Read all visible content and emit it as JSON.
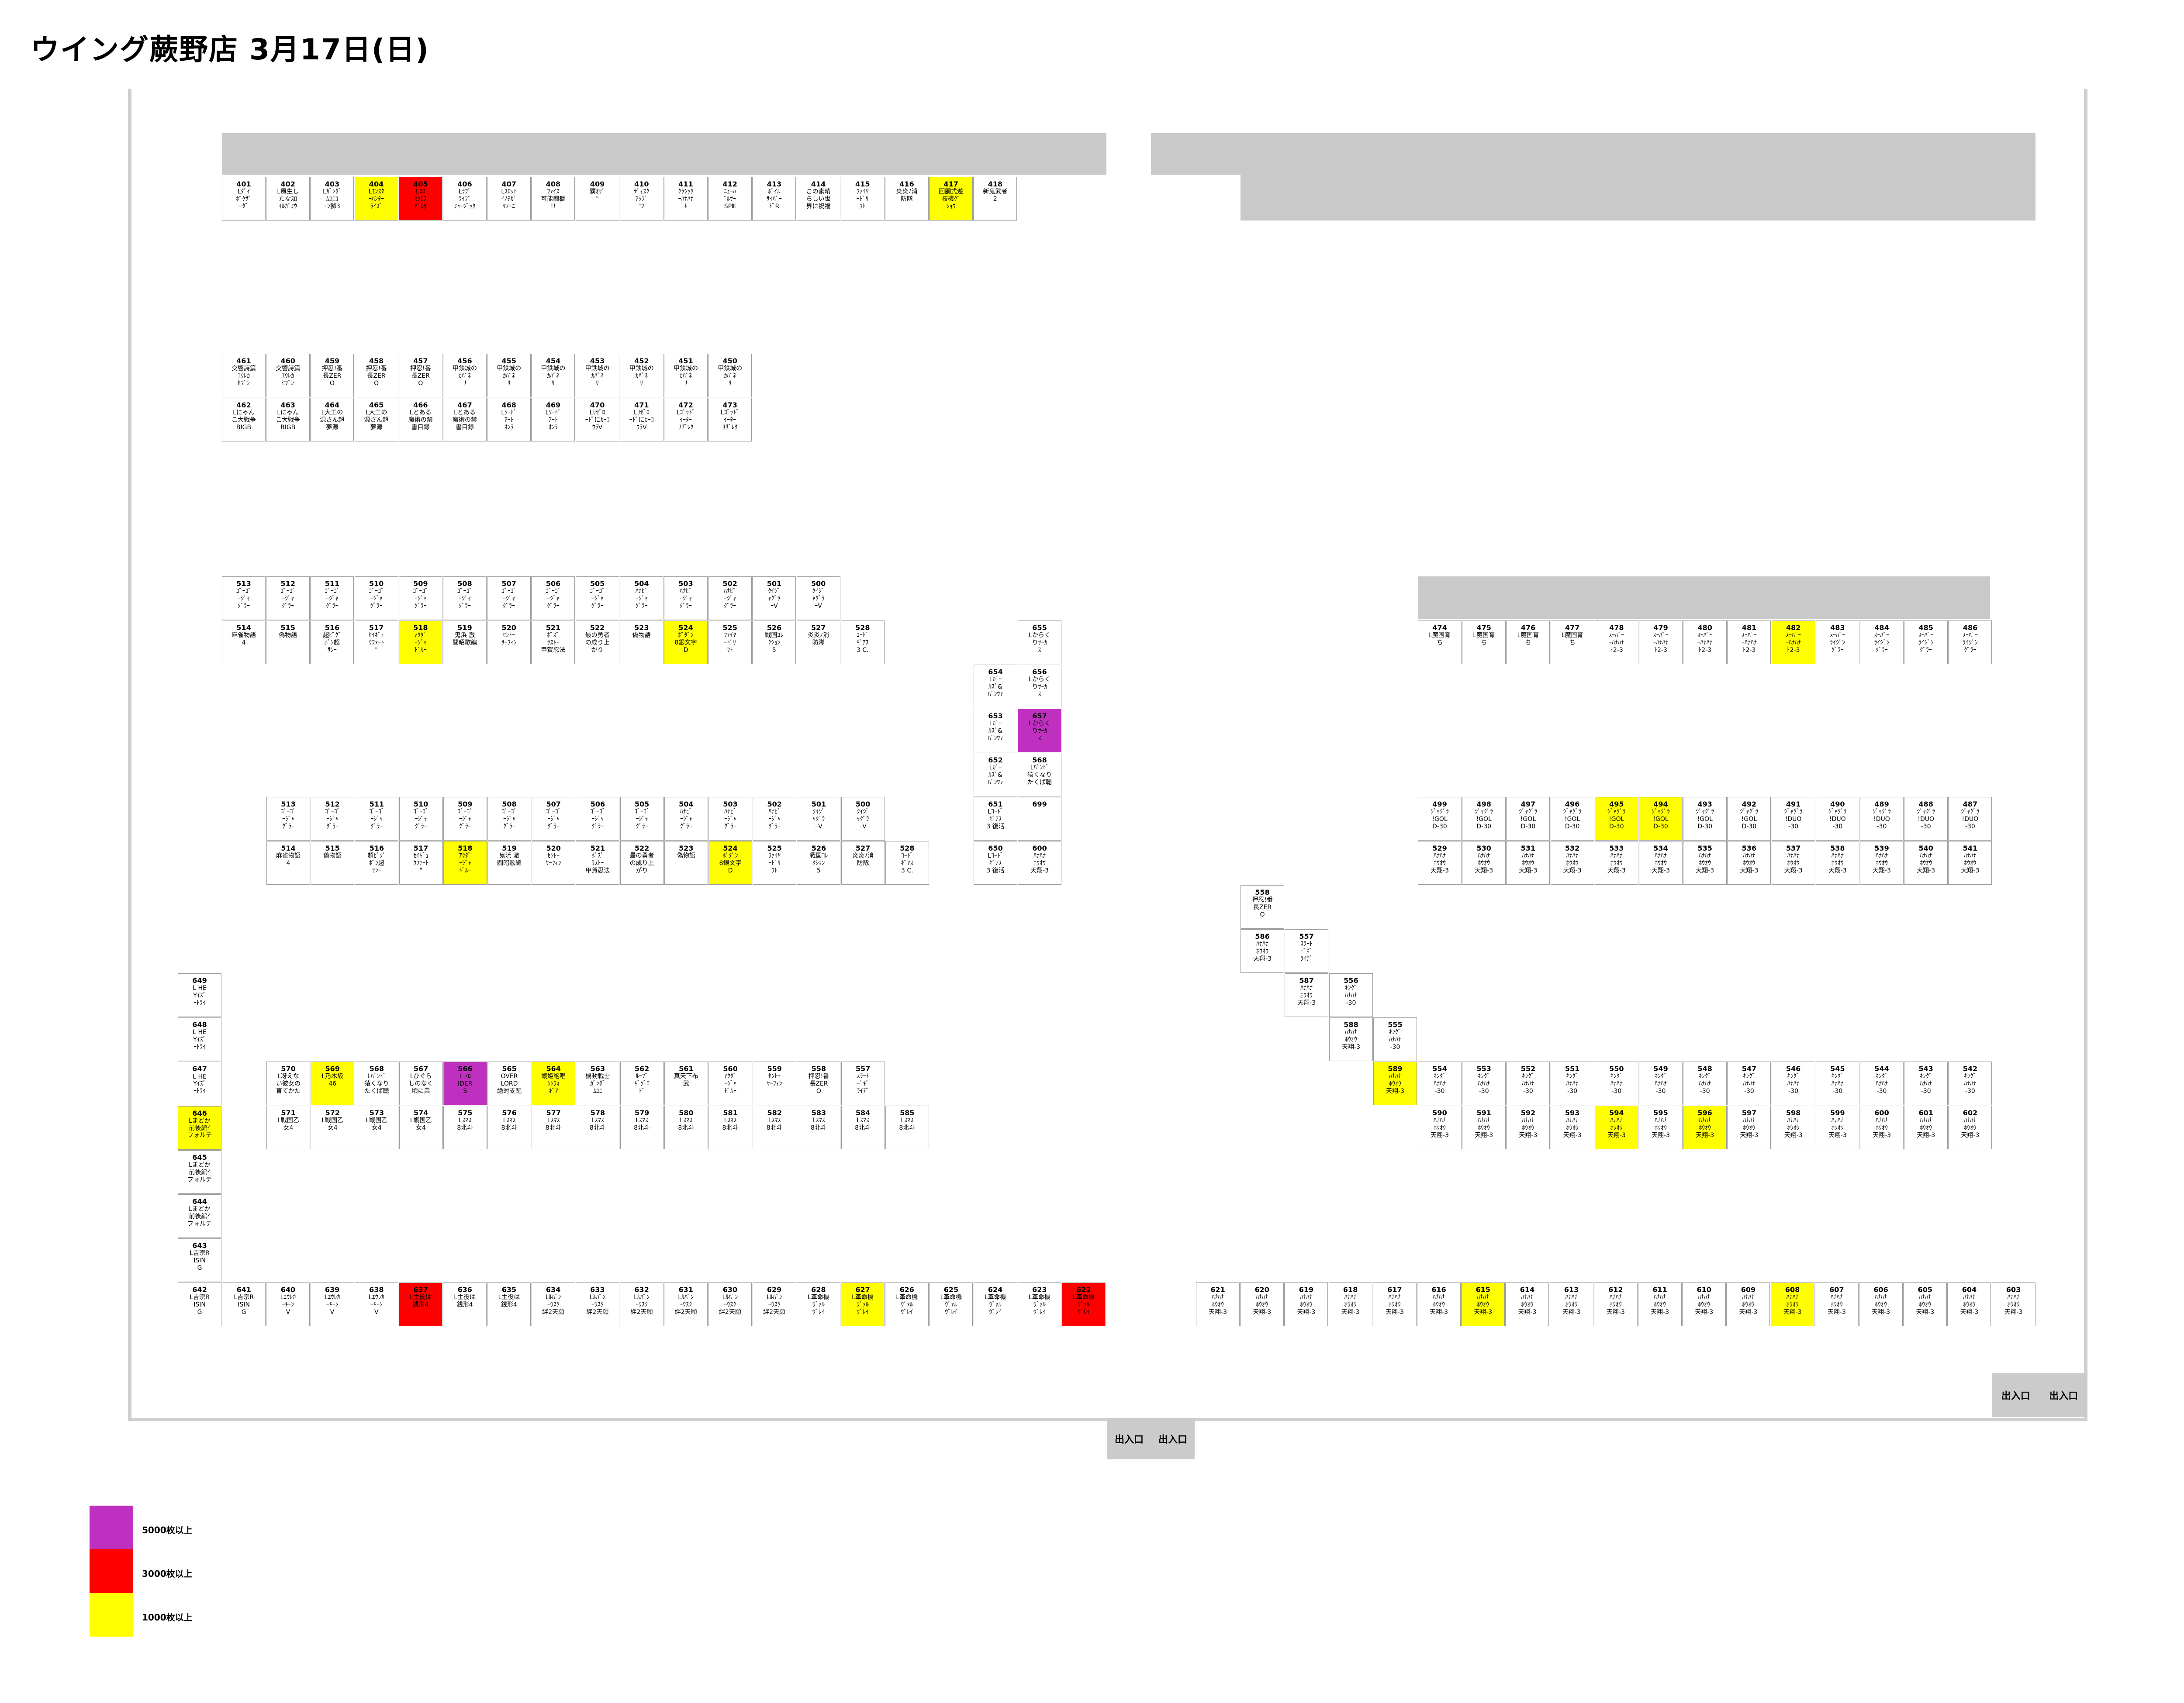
{
  "header": {
    "title": "ウイング蕨野店 3月17日(日)"
  },
  "entrances": [
    "出入口",
    "出入口"
  ],
  "legend": [
    {
      "label": "5000枚以上",
      "color": "#c030c0"
    },
    {
      "label": "3000枚以上",
      "color": "#ff0000"
    },
    {
      "label": "1000枚以上",
      "color": "#ffff00"
    }
  ],
  "colors": {
    "y": "#ffff00",
    "r": "#ff0000",
    "p": "#c030c0",
    "wall": "#cfcfcf",
    "block": "#c9c9c9"
  },
  "machines": [
    [
      "401",
      "Lﾀﾞｲ\nﾎﾞｸｻﾞ\nｰﾀﾞ",
      ""
    ],
    [
      "402",
      "L風生し\nたなｽﾛ\nｲﾙｶﾞﾐｳ",
      ""
    ],
    [
      "403",
      "Lｶﾞﾝﾀﾞ\nﾑﾕﾆｺ\nｰﾝ獅3",
      ""
    ],
    [
      "404",
      "Lﾓﾝｽﾀ\nｰﾊﾝﾀｰ\nﾗｲｽﾞ",
      "y"
    ],
    [
      "405",
      "Lｽﾛ\nﾏｸﾛｽ\nﾃﾞﾙﾀ",
      "r"
    ],
    [
      "406",
      "Lﾗﾌﾞ\nﾗｲﾌﾞ\nﾐｭｰｼﾞｯｸ",
      ""
    ],
    [
      "407",
      "Lｽﾛｯﾄ\nｲﾉﾁｶﾞ\nｹﾉｰﾆ",
      ""
    ],
    [
      "408",
      "ﾌｧｲｽ\n可能闘獅\n!!",
      ""
    ],
    [
      "409",
      "覇ｵｻﾞ\n\"",
      ""
    ],
    [
      "410",
      "ﾃﾞｨｽｸ\nｱｯﾌﾟ\n\"2",
      ""
    ],
    [
      "411",
      "ｸﾗｼｯｸ\nｰﾊﾅﾊﾅ\nﾄ",
      ""
    ],
    [
      "412",
      "ﾆｭｰﾊ\nﾞﾙｻｰ\nSPⅢ",
      ""
    ],
    [
      "413",
      "ﾎﾞｲﾙ\nｻｲﾊﾞｰ\nﾄﾞR",
      ""
    ],
    [
      "414",
      "この素晴\nらしい世\n界に祝福",
      ""
    ],
    [
      "415",
      "ﾌｧｲﾔ\nｰﾄﾞﾘ\nﾌﾄ",
      ""
    ],
    [
      "416",
      "炎炎ﾉ消\n防隊",
      ""
    ],
    [
      "417",
      "回胴式遊\n技機ｸﾞ\nｼｮｳ",
      "y"
    ],
    [
      "418",
      "新鬼武者\n2",
      ""
    ],
    [
      "461",
      "交響詩篇\nｴｳﾚｶ\nｾﾌﾞﾝ",
      ""
    ],
    [
      "460",
      "交響詩篇\nｴｳﾚｶ\nｾﾌﾞﾝ",
      ""
    ],
    [
      "459",
      "押忍!番\n長ZER\nO",
      ""
    ],
    [
      "458",
      "押忍!番\n長ZER\nO",
      ""
    ],
    [
      "457",
      "押忍!番\n長ZER\nO",
      ""
    ],
    [
      "456",
      "甲鉄城の\nｶﾊﾞﾈ\nﾘ",
      ""
    ],
    [
      "455",
      "甲鉄城の\nｶﾊﾞﾈ\nﾘ",
      ""
    ],
    [
      "454",
      "甲鉄城の\nｶﾊﾞﾈ\nﾘ",
      ""
    ],
    [
      "453",
      "甲鉄城の\nｶﾊﾞﾈ\nﾘ",
      ""
    ],
    [
      "452",
      "甲鉄城の\nｶﾊﾞﾈ\nﾘ",
      ""
    ],
    [
      "451",
      "甲鉄城の\nｶﾊﾞﾈ\nﾘ",
      ""
    ],
    [
      "450",
      "甲鉄城の\nｶﾊﾞﾈ\nﾘ",
      ""
    ],
    [
      "462",
      "Lにゃん\nこ大戦争\nBIGB",
      ""
    ],
    [
      "463",
      "Lにゃん\nこ大戦争\nBIGB",
      ""
    ],
    [
      "464",
      "L大工の\n源さん超\n夢源",
      ""
    ],
    [
      "465",
      "L大工の\n源さん超\n夢源",
      ""
    ],
    [
      "466",
      "Lとある\n魔術の禁\n書目録",
      ""
    ],
    [
      "467",
      "Lとある\n魔術の禁\n書目録",
      ""
    ],
    [
      "468",
      "Lｿｰﾄﾞ\nｱｰﾄ\nｵﾝﾗ",
      ""
    ],
    [
      "469",
      "Lｿｰﾄﾞ\nｱｰﾄ\nｵﾝﾗ",
      ""
    ],
    [
      "470",
      "Lﾘｾﾞﾛ\nｰﾄﾞにｶｰｺ\nｳﾗⅤ",
      ""
    ],
    [
      "471",
      "Lﾘｾﾞﾛ\nｰﾄﾞにｶｰｺ\nｳﾗⅤ",
      ""
    ],
    [
      "472",
      "Lｺﾞｯﾄﾞ\nｲｰﾀｰ\nﾘｻﾞﾚｸ",
      ""
    ],
    [
      "473",
      "Lｺﾞｯﾄﾞ\nｲｰﾀｰ\nﾘｻﾞﾚｸ",
      ""
    ],
    [
      "513",
      "ｺﾞｰｺﾞ\nｰｼﾞｬ\nｸﾞﾗｰ",
      ""
    ],
    [
      "512",
      "ｺﾞｰｺﾞ\nｰｼﾞｬ\nｸﾞﾗｰ",
      ""
    ],
    [
      "511",
      "ｺﾞｰｺﾞ\nｰｼﾞｬ\nｸﾞﾗｰ",
      ""
    ],
    [
      "510",
      "ｺﾞｰｺﾞ\nｰｼﾞｬ\nｸﾞﾗｰ",
      ""
    ],
    [
      "509",
      "ｺﾞｰｺﾞ\nｰｼﾞｬ\nｸﾞﾗｰ",
      ""
    ],
    [
      "508",
      "ｺﾞｰｺﾞ\nｰｼﾞｬ\nｸﾞﾗｰ",
      ""
    ],
    [
      "507",
      "ｺﾞｰｺﾞ\nｰｼﾞｬ\nｸﾞﾗｰ",
      ""
    ],
    [
      "506",
      "ｺﾞｰｺﾞ\nｰｼﾞｬ\nｸﾞﾗｰ",
      ""
    ],
    [
      "505",
      "ｺﾞｰｺﾞ\nｰｼﾞｬ\nｸﾞﾗｰ",
      ""
    ],
    [
      "504",
      "ﾊﾅﾋﾞ\nｰｼﾞｬ\nｸﾞﾗｰ",
      ""
    ],
    [
      "503",
      "ﾊﾅﾋﾞ\nｰｼﾞｬ\nｸﾞﾗｰ",
      ""
    ],
    [
      "502",
      "ﾊﾅﾋﾞ\nｰｼﾞｬ\nｸﾞﾗｰ",
      ""
    ],
    [
      "501",
      "ｸｲｼﾞ\nｬｸﾞﾗ\nｰV",
      ""
    ],
    [
      "500",
      "ｸｲｼﾞ\nｬｸﾞﾗ\nｰV",
      ""
    ],
    [
      "514",
      "麻雀物語\n4",
      ""
    ],
    [
      "515",
      "偽物語",
      ""
    ],
    [
      "516",
      "超ﾋﾞｸﾞ\nﾎﾞﾝ超\nｻﾝｰ",
      ""
    ],
    [
      "517",
      "ｾｲｷﾞｭ\nｳﾌｧｰﾄ\n\"",
      ""
    ],
    [
      "518",
      "ｱｸﾀﾞ\nｰｼﾞｬ\nﾄﾞﾙｰ",
      "y"
    ],
    [
      "519",
      "鬼浜 激\n闘昭歌編",
      ""
    ],
    [
      "520",
      "ｾﾝﾄｰ\nｻｰﾌｨﾝ",
      ""
    ],
    [
      "521",
      "ﾎﾞｽﾞ\nﾗｽﾄｰ\n甲賀忍法",
      ""
    ],
    [
      "522",
      "最の勇者\nの成り上\nがり",
      ""
    ],
    [
      "523",
      "偽物語",
      ""
    ],
    [
      "524",
      "ﾎﾞﾀﾞﾝ\n8銀文字\nD",
      "y"
    ],
    [
      "525",
      "ﾌｧｲﾔ\nｰﾄﾞﾘ\nﾌﾄ",
      ""
    ],
    [
      "526",
      "戦国ｺﾚ\nｸｼｮﾝ\n5",
      ""
    ],
    [
      "527",
      "炎炎ﾉ消\n防隊",
      ""
    ],
    [
      "528",
      "ｺｰﾄﾞ\nｷﾞｱｽ\n3 C.",
      ""
    ],
    [
      "513",
      "ｺﾞｰｺﾞ\nｰｼﾞｬ\nｸﾞﾗｰ",
      ""
    ],
    [
      "512",
      "ｺﾞｰｺﾞ\nｰｼﾞｬ\nｸﾞﾗｰ",
      ""
    ],
    [
      "511",
      "ｺﾞｰｺﾞ\nｰｼﾞｬ\nｸﾞﾗｰ",
      ""
    ],
    [
      "510",
      "ｺﾞｰｺﾞ\nｰｼﾞｬ\nｸﾞﾗｰ",
      ""
    ],
    [
      "509",
      "ｺﾞｰｺﾞ\nｰｼﾞｬ\nｸﾞﾗｰ",
      ""
    ],
    [
      "508",
      "ｺﾞｰｺﾞ\nｰｼﾞｬ\nｸﾞﾗｰ",
      ""
    ],
    [
      "507",
      "ｺﾞｰｺﾞ\nｰｼﾞｬ\nｸﾞﾗｰ",
      ""
    ],
    [
      "506",
      "ｺﾞｰｺﾞ\nｰｼﾞｬ\nｸﾞﾗｰ",
      ""
    ],
    [
      "505",
      "ｺﾞｰｺﾞ\nｰｼﾞｬ\nｸﾞﾗｰ",
      ""
    ],
    [
      "504",
      "ﾊﾅﾋﾞ\nｰｼﾞｬ\nｸﾞﾗｰ",
      ""
    ],
    [
      "503",
      "ﾊﾅﾋﾞ\nｰｼﾞｬ\nｸﾞﾗｰ",
      ""
    ],
    [
      "502",
      "ﾊﾅﾋﾞ\nｰｼﾞｬ\nｸﾞﾗｰ",
      ""
    ],
    [
      "501",
      "ｸｲｼﾞ\nｬｸﾞﾗ\nｰV",
      ""
    ],
    [
      "500",
      "ｸｲｼﾞ\nｬｸﾞﾗ\nｰV",
      ""
    ],
    [
      "514",
      "麻雀物語\n4",
      ""
    ],
    [
      "515",
      "偽物語",
      ""
    ],
    [
      "516",
      "超ﾋﾞｸﾞ\nﾎﾞﾝ超\nｻﾝｰ",
      ""
    ],
    [
      "517",
      "ｾｲｷﾞｭ\nｳﾌｧｰﾄ\n\"",
      ""
    ],
    [
      "518",
      "ｱｸﾀﾞ\nｰｼﾞｬ\nﾄﾞﾙｰ",
      "y"
    ],
    [
      "519",
      "鬼浜 激\n闘昭歌編",
      ""
    ],
    [
      "520",
      "ｾﾝﾄｰ\nｻｰﾌｨﾝ",
      ""
    ],
    [
      "521",
      "ﾎﾞｽﾞ\nﾗｽﾄｰ\n甲賀忍法",
      ""
    ],
    [
      "522",
      "最の勇者\nの成り上\nがり",
      ""
    ],
    [
      "523",
      "偽物語",
      ""
    ],
    [
      "524",
      "ﾎﾞﾀﾞﾝ\n8銀文字\nD",
      "y"
    ],
    [
      "525",
      "ﾌｧｲﾔ\nｰﾄﾞﾘ\nﾌﾄ",
      ""
    ],
    [
      "526",
      "戦国ｺﾚ\nｸｼｮﾝ\n5",
      ""
    ],
    [
      "527",
      "炎炎ﾉ消\n防隊",
      ""
    ],
    [
      "528",
      "ｺｰﾄﾞ\nｷﾞｱｽ\n3 C.",
      ""
    ],
    [
      "655",
      "Lからく\nりｻｰｶ\nｽ",
      ""
    ],
    [
      "654",
      "Lｶﾞｰ\nﾙｽﾞ&\nﾊﾟﾝﾂｧ",
      ""
    ],
    [
      "656",
      "Lからく\nりｻｰｶ\nｽ",
      ""
    ],
    [
      "653",
      "Lｶﾞｰ\nﾙｽﾞ&\nﾊﾟﾝﾂｧ",
      ""
    ],
    [
      "657",
      "Lからく\nりｻｰｶ\nｽ",
      "p"
    ],
    [
      "652",
      "Lｶﾞｰ\nﾙｽﾞ&\nﾊﾟﾝﾂｧ",
      ""
    ],
    [
      "568",
      "Lﾊﾞﾝﾄﾞ\n猿くなり\nたくば聴",
      ""
    ],
    [
      "651",
      "Lｺｰﾄﾞ\nｷﾞｱｽ\n3 復活",
      ""
    ],
    [
      "699",
      "",
      ""
    ],
    [
      "650",
      "Lｺｰﾄﾞ\nｷﾞｱｽ\n3 復活",
      ""
    ],
    [
      "600",
      "ﾊﾅﾊﾅ\nﾎｳｵｳ\n天翔-3",
      ""
    ],
    [
      "474",
      "L魔国育\nち",
      ""
    ],
    [
      "475",
      "L魔国育\nち",
      ""
    ],
    [
      "476",
      "L魔国育\nち",
      ""
    ],
    [
      "477",
      "L魔国育\nち",
      ""
    ],
    [
      "478",
      "ｽｰﾊﾟｰ\nｰﾊﾅﾊﾅ\nﾄ2-3",
      ""
    ],
    [
      "479",
      "ｽｰﾊﾟｰ\nｰﾊﾅﾊﾅ\nﾄ2-3",
      ""
    ],
    [
      "480",
      "ｽｰﾊﾟｰ\nｰﾊﾅﾊﾅ\nﾄ2-3",
      ""
    ],
    [
      "481",
      "ｽｰﾊﾟｰ\nｰﾊﾅﾊﾅ\nﾄ2-3",
      ""
    ],
    [
      "482",
      "ｽｰﾊﾟｰ\nｰﾊﾅﾊﾅ\nﾄ2-3",
      "y"
    ],
    [
      "483",
      "ｽｰﾊﾟｰ\nﾗｲｼﾞﾝ\nｸﾞﾗｰ",
      ""
    ],
    [
      "484",
      "ｽｰﾊﾟｰ\nﾗｲｼﾞﾝ\nｸﾞﾗｰ",
      ""
    ],
    [
      "485",
      "ｽｰﾊﾟｰ\nﾗｲｼﾞﾝ\nｸﾞﾗｰ",
      ""
    ],
    [
      "486",
      "ｽｰﾊﾟｰ\nﾗｲｼﾞﾝ\nｸﾞﾗｰ",
      ""
    ],
    [
      "499",
      "ｼﾞｬｸﾞﾗ\n!GOL\nD-30",
      ""
    ],
    [
      "498",
      "ｼﾞｬｸﾞﾗ\n!GOL\nD-30",
      ""
    ],
    [
      "497",
      "ｼﾞｬｸﾞﾗ\n!GOL\nD-30",
      ""
    ],
    [
      "496",
      "ｼﾞｬｸﾞﾗ\n!GOL\nD-30",
      ""
    ],
    [
      "495",
      "ｼﾞｬｸﾞﾗ\n!GOL\nD-30",
      "y"
    ],
    [
      "494",
      "ｼﾞｬｸﾞﾗ\n!GOL\nD-30",
      "y"
    ],
    [
      "493",
      "ｼﾞｬｸﾞﾗ\n!GOL\nD-30",
      ""
    ],
    [
      "492",
      "ｼﾞｬｸﾞﾗ\n!GOL\nD-30",
      ""
    ],
    [
      "491",
      "ｼﾞｬｸﾞﾗ\n!DUO\n-30",
      ""
    ],
    [
      "490",
      "ｼﾞｬｸﾞﾗ\n!DUO\n-30",
      ""
    ],
    [
      "489",
      "ｼﾞｬｸﾞﾗ\n!DUO\n-30",
      ""
    ],
    [
      "488",
      "ｼﾞｬｸﾞﾗ\n!DUO\n-30",
      ""
    ],
    [
      "487",
      "ｼﾞｬｸﾞﾗ\n!DUO\n-30",
      ""
    ],
    [
      "529",
      "ﾊﾅﾊﾅ\nﾎｳｵｳ\n天翔-3",
      ""
    ],
    [
      "530",
      "ﾊﾅﾊﾅ\nﾎｳｵｳ\n天翔-3",
      ""
    ],
    [
      "531",
      "ﾊﾅﾊﾅ\nﾎｳｵｳ\n天翔-3",
      ""
    ],
    [
      "532",
      "ﾊﾅﾊﾅ\nﾎｳｵｳ\n天翔-3",
      ""
    ],
    [
      "533",
      "ﾊﾅﾊﾅ\nﾎｳｵｳ\n天翔-3",
      ""
    ],
    [
      "534",
      "ﾊﾅﾊﾅ\nﾎｳｵｳ\n天翔-3",
      ""
    ],
    [
      "535",
      "ﾊﾅﾊﾅ\nﾎｳｵｳ\n天翔-3",
      ""
    ],
    [
      "536",
      "ﾊﾅﾊﾅ\nﾎｳｵｳ\n天翔-3",
      ""
    ],
    [
      "537",
      "ﾊﾅﾊﾅ\nﾎｳｵｳ\n天翔-3",
      ""
    ],
    [
      "538",
      "ﾊﾅﾊﾅ\nﾎｳｵｳ\n天翔-3",
      ""
    ],
    [
      "539",
      "ﾊﾅﾊﾅ\nﾎｳｵｳ\n天翔-3",
      ""
    ],
    [
      "540",
      "ﾊﾅﾊﾅ\nﾎｳｵｳ\n天翔-3",
      ""
    ],
    [
      "541",
      "ﾊﾅﾊﾅ\nﾎｳｵｳ\n天翔-3",
      ""
    ],
    [
      "558",
      "押忍!番\n長ZER\nO",
      ""
    ],
    [
      "586",
      "ﾊﾅﾊﾅ\nﾎｳｵｳ\n天翔-3",
      ""
    ],
    [
      "557",
      "ｽﾗｰﾄ\nｰﾞｷﾞ\nﾗｲﾃﾞ",
      ""
    ],
    [
      "587",
      "ﾊﾅﾊﾅ\nﾎｳｵｳ\n天翔-3",
      ""
    ],
    [
      "556",
      "ｷﾝｸﾞ\nﾊﾅﾊﾅ\n-30",
      ""
    ],
    [
      "588",
      "ﾊﾅﾊﾅ\nﾎｳｵｳ\n天翔-3",
      ""
    ],
    [
      "555",
      "ｷﾝｸﾞ\nﾊﾅﾊﾅ\n-30",
      ""
    ],
    [
      "589",
      "ﾊﾅﾊﾅ\nﾎｳｵｳ\n天翔-3",
      "y"
    ],
    [
      "554",
      "ｷﾝｸﾞ\nﾊﾅﾊﾅ\n-30",
      ""
    ],
    [
      "553",
      "ｷﾝｸﾞ\nﾊﾅﾊﾅ\n-30",
      ""
    ],
    [
      "552",
      "ｷﾝｸﾞ\nﾊﾅﾊﾅ\n-30",
      ""
    ],
    [
      "551",
      "ｷﾝｸﾞ\nﾊﾅﾊﾅ\n-30",
      ""
    ],
    [
      "550",
      "ｷﾝｸﾞ\nﾊﾅﾊﾅ\n-30",
      ""
    ],
    [
      "549",
      "ｷﾝｸﾞ\nﾊﾅﾊﾅ\n-30",
      ""
    ],
    [
      "548",
      "ｷﾝｸﾞ\nﾊﾅﾊﾅ\n-30",
      ""
    ],
    [
      "547",
      "ｷﾝｸﾞ\nﾊﾅﾊﾅ\n-30",
      ""
    ],
    [
      "546",
      "ｷﾝｸﾞ\nﾊﾅﾊﾅ\n-30",
      ""
    ],
    [
      "545",
      "ｷﾝｸﾞ\nﾊﾅﾊﾅ\n-30",
      ""
    ],
    [
      "544",
      "ｷﾝｸﾞ\nﾊﾅﾊﾅ\n-30",
      ""
    ],
    [
      "543",
      "ｷﾝｸﾞ\nﾊﾅﾊﾅ\n-30",
      ""
    ],
    [
      "542",
      "ｷﾝｸﾞ\nﾊﾅﾊﾅ\n-30",
      ""
    ],
    [
      "590",
      "ﾊﾅﾊﾅ\nﾎｳｵｳ\n天翔-3",
      ""
    ],
    [
      "591",
      "ﾊﾅﾊﾅ\nﾎｳｵｳ\n天翔-3",
      ""
    ],
    [
      "592",
      "ﾊﾅﾊﾅ\nﾎｳｵｳ\n天翔-3",
      ""
    ],
    [
      "593",
      "ﾊﾅﾊﾅ\nﾎｳｵｳ\n天翔-3",
      ""
    ],
    [
      "594",
      "ﾊﾅﾊﾅ\nﾎｳｵｳ\n天翔-3",
      "y"
    ],
    [
      "595",
      "ﾊﾅﾊﾅ\nﾎｳｵｳ\n天翔-3",
      ""
    ],
    [
      "596",
      "ﾊﾅﾊﾅ\nﾎｳｵｳ\n天翔-3",
      "y"
    ],
    [
      "597",
      "ﾊﾅﾊﾅ\nﾎｳｵｳ\n天翔-3",
      ""
    ],
    [
      "598",
      "ﾊﾅﾊﾅ\nﾎｳｵｳ\n天翔-3",
      ""
    ],
    [
      "599",
      "ﾊﾅﾊﾅ\nﾎｳｵｳ\n天翔-3",
      ""
    ],
    [
      "600",
      "ﾊﾅﾊﾅ\nﾎｳｵｳ\n天翔-3",
      ""
    ],
    [
      "601",
      "ﾊﾅﾊﾅ\nﾎｳｵｳ\n天翔-3",
      ""
    ],
    [
      "602",
      "ﾊﾅﾊﾅ\nﾎｳｵｳ\n天翔-3",
      ""
    ],
    [
      "649",
      "L HE\nYｲｽﾞ\nｰﾄﾗｲ",
      ""
    ],
    [
      "648",
      "L HE\nYｲｽﾞ\nｰﾄﾗｲ",
      ""
    ],
    [
      "647",
      "L HE\nYｲｽﾞ\nｰﾄﾗｲ",
      ""
    ],
    [
      "646",
      "Lまどか\n前後編ｲ\nフォルテ",
      "y"
    ],
    [
      "645",
      "Lまどか\n前後編ｲ\nフォルテ",
      ""
    ],
    [
      "644",
      "Lまどか\n前後編ｲ\nフォルテ",
      ""
    ],
    [
      "643",
      "L吉宗R\nISIN\nG",
      ""
    ],
    [
      "570",
      "L冴えな\nい彼女の\n育てかた",
      ""
    ],
    [
      "569",
      "L乃木坂\n46",
      "y"
    ],
    [
      "568",
      "Lﾊﾞﾝﾄﾞ\n猿くなり\nたくば聴",
      ""
    ],
    [
      "567",
      "Lひぐら\nしのなく\n頃に業",
      ""
    ],
    [
      "566",
      "L ｱﾛ\nIDER\nS",
      "p"
    ],
    [
      "565",
      "OVER\nLORD\n絶対支配",
      ""
    ],
    [
      "564",
      "戦姫絶唱\nｼﾝﾌｫ\nｷﾞｱ",
      "y"
    ],
    [
      "563",
      "機動戦士\nｶﾞﾝﾀﾞ\nﾑﾕﾆ",
      ""
    ],
    [
      "562",
      "ﾙｰﾌﾞ\nｷﾞｸﾞﾛ\nﾄﾞ",
      ""
    ],
    [
      "561",
      "真天下布\n武",
      ""
    ],
    [
      "560",
      "ｱｸﾀﾞ\nｰｼﾞｬ\nﾄﾞﾙｰ",
      ""
    ],
    [
      "559",
      "ｾﾝﾄｰ\nｻｰﾌｨﾝ",
      ""
    ],
    [
      "558",
      "押忍!番\n長ZER\nO",
      ""
    ],
    [
      "557",
      "ｽﾗｰﾄ\nｰﾞｷﾞ\nﾗｲﾃﾞ",
      ""
    ],
    [
      "571",
      "L戦国乙\n女4",
      ""
    ],
    [
      "572",
      "L戦国乙\n女4",
      ""
    ],
    [
      "573",
      "L戦国乙\n女4",
      ""
    ],
    [
      "574",
      "L戦国乙\n女4",
      ""
    ],
    [
      "575",
      "Lｽﾏｽ\n8北斗",
      ""
    ],
    [
      "576",
      "Lｽﾏｽ\n8北斗",
      ""
    ],
    [
      "577",
      "Lｽﾏｽ\n8北斗",
      ""
    ],
    [
      "578",
      "Lｽﾏｽ\n8北斗",
      ""
    ],
    [
      "579",
      "Lｽﾏｽ\n8北斗",
      ""
    ],
    [
      "580",
      "Lｽﾏｽ\n8北斗",
      ""
    ],
    [
      "581",
      "Lｽﾏｽ\n8北斗",
      ""
    ],
    [
      "582",
      "Lｽﾏｽ\n8北斗",
      ""
    ],
    [
      "583",
      "Lｽﾏｽ\n8北斗",
      ""
    ],
    [
      "584",
      "Lｽﾏｽ\n8北斗",
      ""
    ],
    [
      "585",
      "Lｽﾏｽ\n8北斗",
      ""
    ],
    [
      "642",
      "L吉宗R\nISIN\nG",
      ""
    ],
    [
      "641",
      "L吉宗R\nISIN\nG",
      ""
    ],
    [
      "640",
      "Lｴｳﾚｶ\nｰｷｰﾝ\nV",
      ""
    ],
    [
      "639",
      "Lｴｳﾚｶ\nｰｷｰﾝ\nV",
      ""
    ],
    [
      "638",
      "Lｴｳﾚｶ\nｰｷｰﾝ\nV",
      ""
    ],
    [
      "637",
      "L主役は\n銭形4",
      "r"
    ],
    [
      "636",
      "L主役は\n銭形4",
      ""
    ],
    [
      "635",
      "L主役は\n銭形4",
      ""
    ],
    [
      "634",
      "Lﾙﾊﾟﾝ\nｰｳｽｸ\n絆2天願",
      ""
    ],
    [
      "633",
      "Lﾙﾊﾟﾝ\nｰｳｽｸ\n絆2天願",
      ""
    ],
    [
      "632",
      "Lﾙﾊﾟﾝ\nｰｳｽｸ\n絆2天願",
      ""
    ],
    [
      "631",
      "Lﾙﾊﾟﾝ\nｰｳｽｸ\n絆2天願",
      ""
    ],
    [
      "630",
      "Lﾙﾊﾟﾝ\nｰｳｽｸ\n絆2天願",
      ""
    ],
    [
      "629",
      "Lﾙﾊﾟﾝ\nｰｳｽｸ\n絆2天願",
      ""
    ],
    [
      "628",
      "L革命機\nｳﾞｧﾙ\nｳﾞﾚｲ",
      ""
    ],
    [
      "627",
      "L革命機\nｳﾞｧﾙ\nｳﾞﾚｲ",
      "y"
    ],
    [
      "626",
      "L革命機\nｳﾞｧﾙ\nｳﾞﾚｲ",
      ""
    ],
    [
      "625",
      "L革命機\nｳﾞｧﾙ\nｳﾞﾚｲ",
      ""
    ],
    [
      "624",
      "L革命機\nｳﾞｧﾙ\nｳﾞﾚｲ",
      ""
    ],
    [
      "623",
      "L革命機\nｳﾞｧﾙ\nｳﾞﾚｲ",
      ""
    ],
    [
      "622",
      "L革命機\nｳﾞｧﾙ\nｳﾞﾚｲ",
      "r"
    ],
    [
      "621",
      "ﾊﾅﾊﾅ\nﾎｳｵｳ\n天翔-3",
      ""
    ],
    [
      "620",
      "ﾊﾅﾊﾅ\nﾎｳｵｳ\n天翔-3",
      ""
    ],
    [
      "619",
      "ﾊﾅﾊﾅ\nﾎｳｵｳ\n天翔-3",
      ""
    ],
    [
      "618",
      "ﾊﾅﾊﾅ\nﾎｳｵｳ\n天翔-3",
      ""
    ],
    [
      "617",
      "ﾊﾅﾊﾅ\nﾎｳｵｳ\n天翔-3",
      ""
    ],
    [
      "616",
      "ﾊﾅﾊﾅ\nﾎｳｵｳ\n天翔-3",
      ""
    ],
    [
      "615",
      "ﾊﾅﾊﾅ\nﾎｳｵｳ\n天翔-3",
      "y"
    ],
    [
      "614",
      "ﾊﾅﾊﾅ\nﾎｳｵｳ\n天翔-3",
      ""
    ],
    [
      "613",
      "ﾊﾅﾊﾅ\nﾎｳｵｳ\n天翔-3",
      ""
    ],
    [
      "612",
      "ﾊﾅﾊﾅ\nﾎｳｵｳ\n天翔-3",
      ""
    ],
    [
      "611",
      "ﾊﾅﾊﾅ\nﾎｳｵｳ\n天翔-3",
      ""
    ],
    [
      "610",
      "ﾊﾅﾊﾅ\nﾎｳｵｳ\n天翔-3",
      ""
    ],
    [
      "609",
      "ﾊﾅﾊﾅ\nﾎｳｵｳ\n天翔-3",
      ""
    ],
    [
      "608",
      "ﾊﾅﾊﾅ\nﾎｳｵｳ\n天翔-3",
      "y"
    ],
    [
      "607",
      "ﾊﾅﾊﾅ\nﾎｳｵｳ\n天翔-3",
      ""
    ],
    [
      "606",
      "ﾊﾅﾊﾅ\nﾎｳｵｳ\n天翔-3",
      ""
    ],
    [
      "605",
      "ﾊﾅﾊﾅ\nﾎｳｵｳ\n天翔-3",
      ""
    ],
    [
      "604",
      "ﾊﾅﾊﾅ\nﾎｳｵｳ\n天翔-3",
      ""
    ],
    [
      "603",
      "ﾊﾅﾊﾅ\nﾎｳｵｳ\n天翔-3",
      ""
    ]
  ]
}
